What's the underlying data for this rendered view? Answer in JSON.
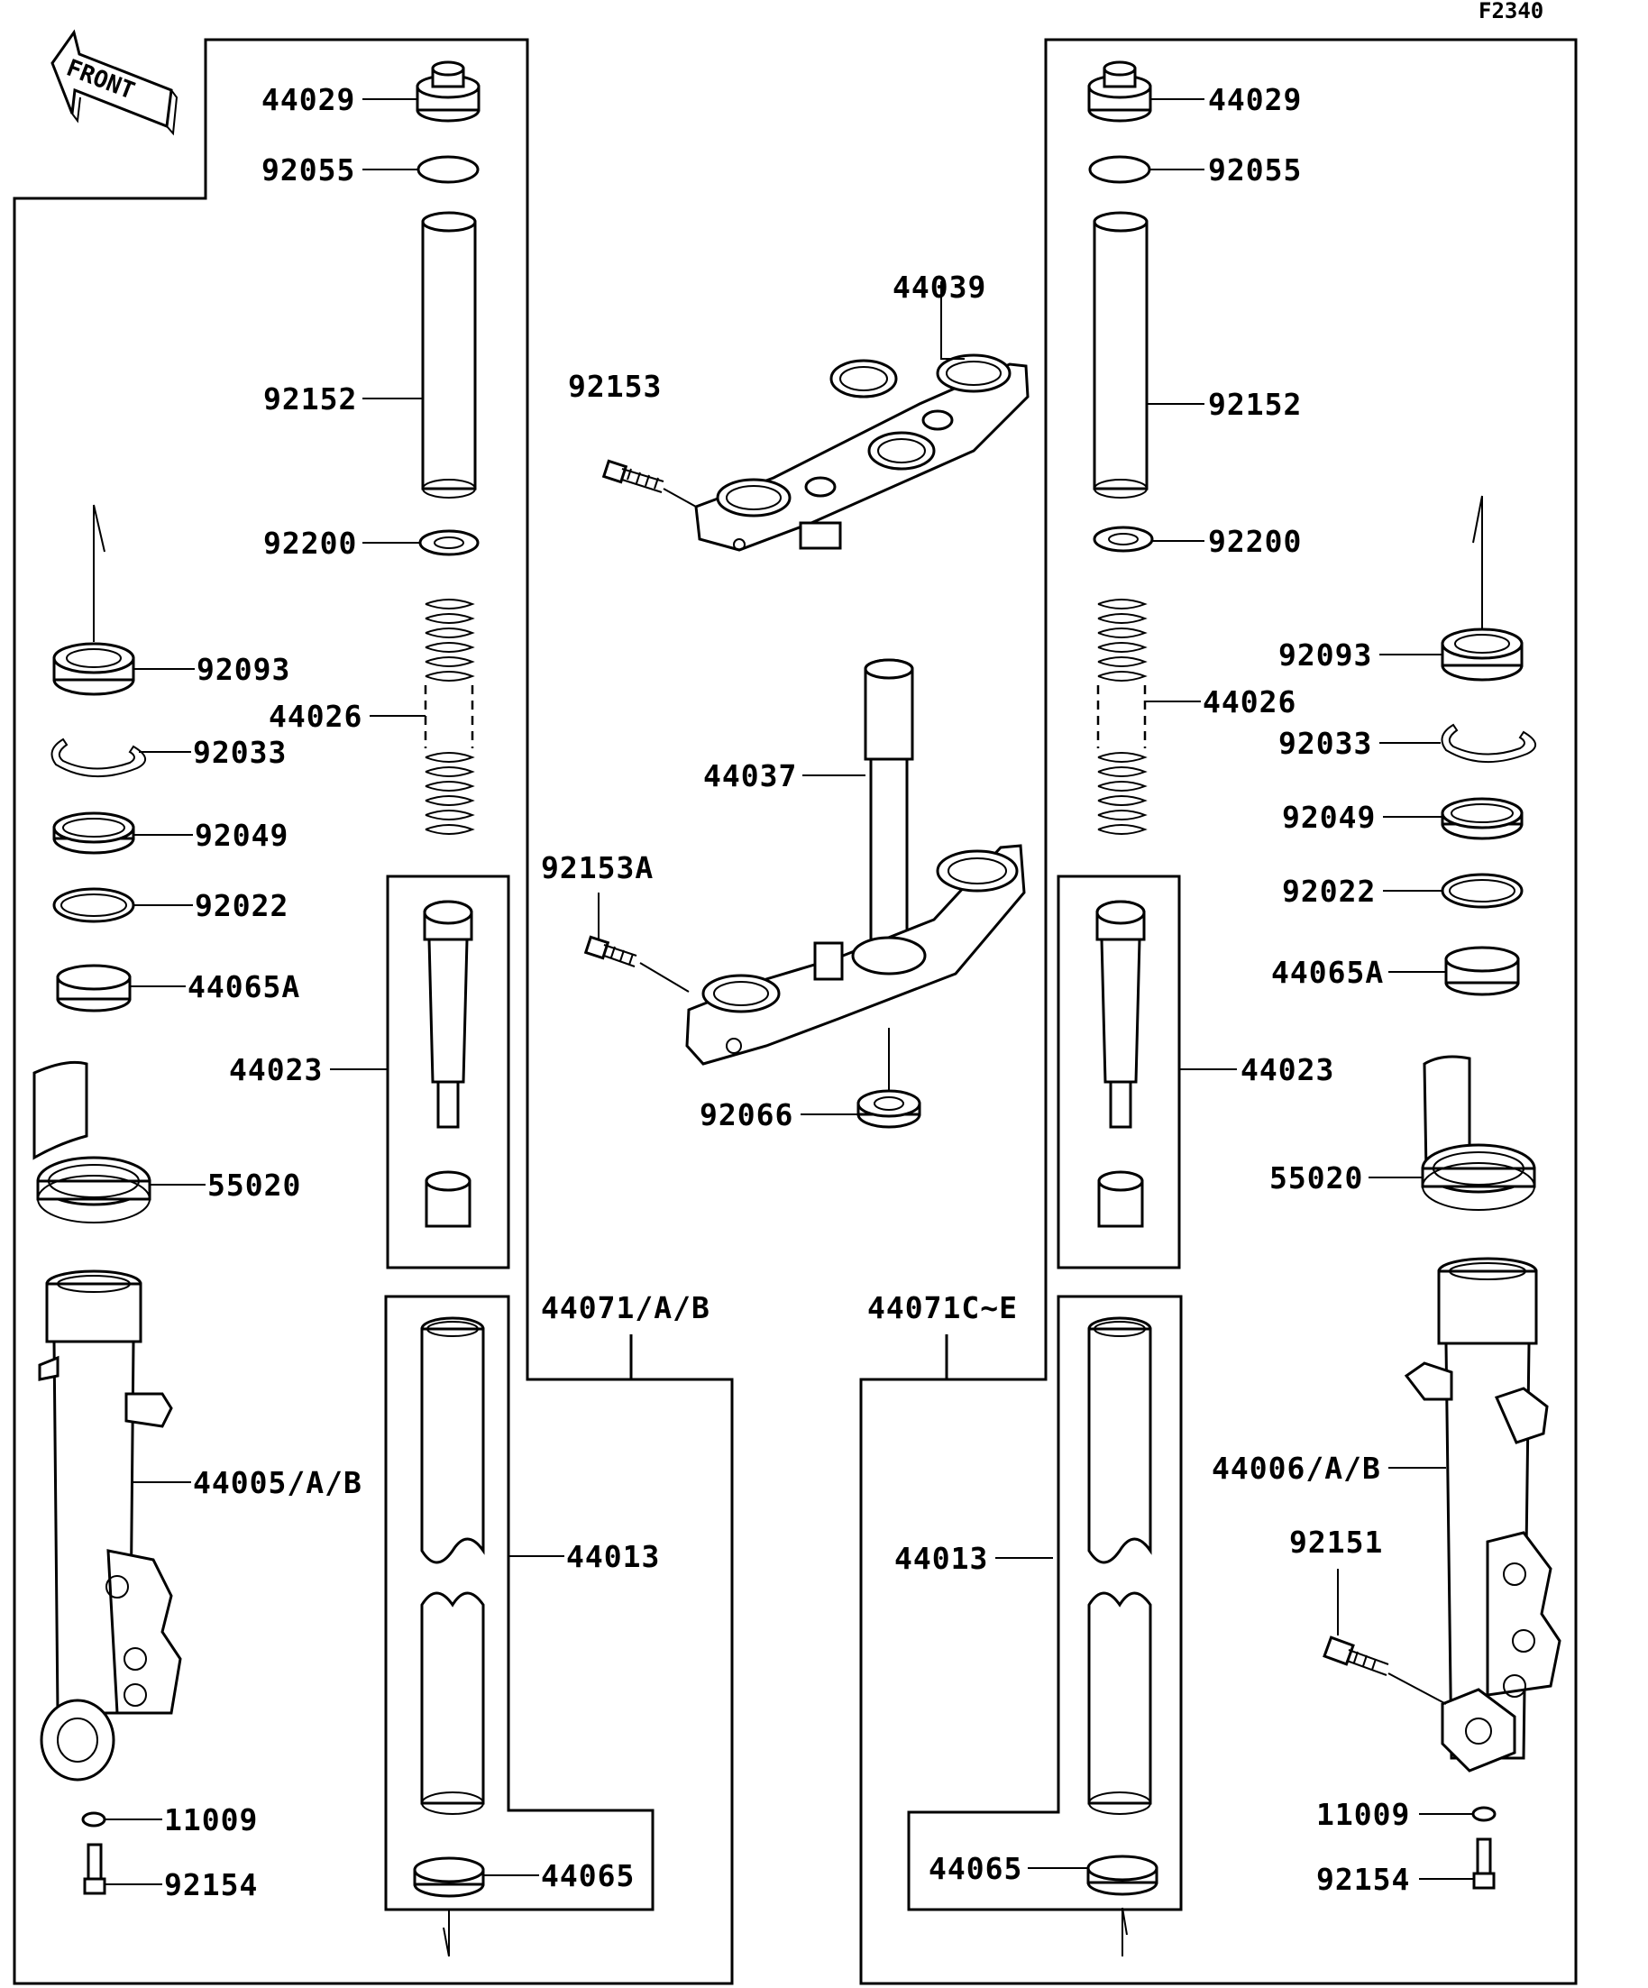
{
  "figure_code": "F2340",
  "front_label": "FRONT",
  "left_labels": {
    "l44029": "44029",
    "l92055": "92055",
    "l92152": "92152",
    "l92200": "92200",
    "l92093": "92093",
    "l44026": "44026",
    "l92033": "92033",
    "l92049": "92049",
    "l92022": "92022",
    "l44065A": "44065A",
    "l44023": "44023",
    "l55020": "55020",
    "l44005": "44005/A/B",
    "l44013": "44013",
    "l11009": "11009",
    "l92154": "92154",
    "l44065": "44065",
    "l44071": "44071/A/B"
  },
  "center_labels": {
    "l44039": "44039",
    "l92153": "92153",
    "l44037": "44037",
    "l92153A": "92153A",
    "l92066": "92066"
  },
  "right_labels": {
    "r44029": "44029",
    "r92055": "92055",
    "r92152": "92152",
    "r92200": "92200",
    "r92093": "92093",
    "r44026": "44026",
    "r92033": "92033",
    "r92049": "92049",
    "r92022": "92022",
    "r44065A": "44065A",
    "r44023": "44023",
    "r55020": "55020",
    "r44006": "44006/A/B",
    "r92151": "92151",
    "r44013": "44013",
    "r11009": "11009",
    "r92154": "92154",
    "r44065": "44065",
    "r44071": "44071C~E"
  }
}
